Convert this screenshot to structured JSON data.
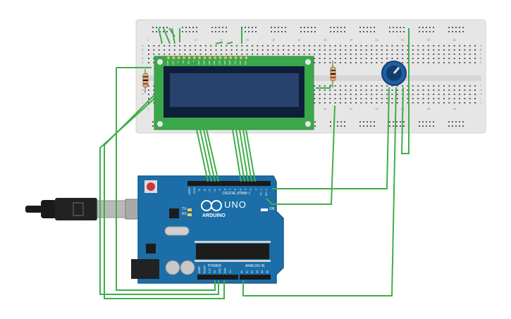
{
  "colors": {
    "breadboard": "#e4e4e4",
    "breadboard_edge": "#cfcfcf",
    "hole": "#5a5a5a",
    "wire": "#3fae49",
    "lcd_pcb": "#3aa84a",
    "lcd_bezel": "#0d1f3a",
    "lcd_glass": "#26406d",
    "arduino_pcb": "#1b6ea8",
    "arduino_dark": "#15507f",
    "header": "#1a1a1a",
    "usb_metal": "#b7b7b7",
    "pot_body": "#1f5fa5",
    "chip": "#1c1c1c"
  },
  "lcd": {
    "pin_labels": [
      "GND",
      "VCC",
      "V0",
      "RS",
      "RW",
      "E",
      "DB0",
      "DB1",
      "DB2",
      "DB3",
      "DB4",
      "DB5",
      "DB6",
      "DB7",
      "LED",
      "LED"
    ]
  },
  "arduino": {
    "brand": "ARDUINO",
    "model": "UNO",
    "on_label": "ON",
    "tx_label": "TX",
    "rx_label": "RX",
    "digital_label": "DIGITAL (PWM~)",
    "power_label": "POWER",
    "analog_label": "ANALOG IN",
    "aref_label": "AREF",
    "gnd_label": "GND",
    "digital_pins": [
      "13",
      "12",
      "~11",
      "~10",
      "~9",
      "8",
      "7",
      "~6",
      "~5",
      "4",
      "~3",
      "2",
      "TX→1",
      "RX←0"
    ],
    "power_pins": [
      "IOREF",
      "RESET",
      "3.3V",
      "5V",
      "GND",
      "GND",
      "Vin"
    ],
    "analog_pins": [
      "A0",
      "A1",
      "A2",
      "A3",
      "A4",
      "A5"
    ]
  },
  "breadboard": {
    "row_letters_top": [
      "A",
      "B",
      "C",
      "D",
      "E"
    ],
    "row_letters_bottom": [
      "F",
      "G",
      "H",
      "I",
      "J"
    ],
    "column_numbers": [
      "1",
      "5",
      "10",
      "15",
      "20",
      "25",
      "30",
      "35",
      "40",
      "45",
      "50",
      "55",
      "60"
    ]
  },
  "icons": {
    "usb": "usb-cable-icon",
    "potentiometer": "potentiometer-icon",
    "resistor": "resistor-icon"
  }
}
